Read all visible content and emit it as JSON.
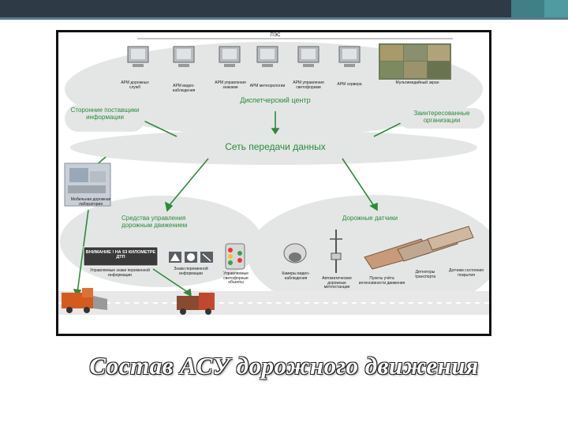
{
  "slide_title": "Состав АСУ дорожного движения",
  "diagram": {
    "top_label": "ПЭС",
    "center_label": "Диспетчерский центр",
    "network_label": "Сеть передачи данных",
    "external_suppliers": "Сторонние поставщики информации",
    "interested_orgs": "Заинтересованные организации",
    "control_tools": "Средства управления дорожным движением",
    "road_sensors": "Дорожные датчики",
    "sign_text": "ВНИМАНИЕ ! НА 53 КИЛОМЕТРЕ ДТП",
    "workstations": [
      {
        "label": "АРМ дорожных служб"
      },
      {
        "label": "АРМ видео-наблюдения"
      },
      {
        "label": "АРМ управления знаками"
      },
      {
        "label": "АРМ метеорологии"
      },
      {
        "label": "АРМ управления светофорами"
      },
      {
        "label": "АРМ сервера"
      },
      {
        "label": "Мультимедийный экран"
      }
    ],
    "mobile_label": "Мобильная дорожная лаборатория",
    "control_items": [
      {
        "label": "Управляемые знаки переменной информации"
      },
      {
        "label": "Знаки переменной информации"
      },
      {
        "label": "Управляемые светофорные объекты"
      }
    ],
    "sensor_items": [
      {
        "label": "Камеры видео-наблюдения"
      },
      {
        "label": "Автоматические дорожные метеостанции"
      },
      {
        "label": "Пункты учёта интенсивности движения"
      },
      {
        "label": "Детекторы транспорта"
      },
      {
        "label": "Датчики состояния покрытия"
      }
    ]
  }
}
